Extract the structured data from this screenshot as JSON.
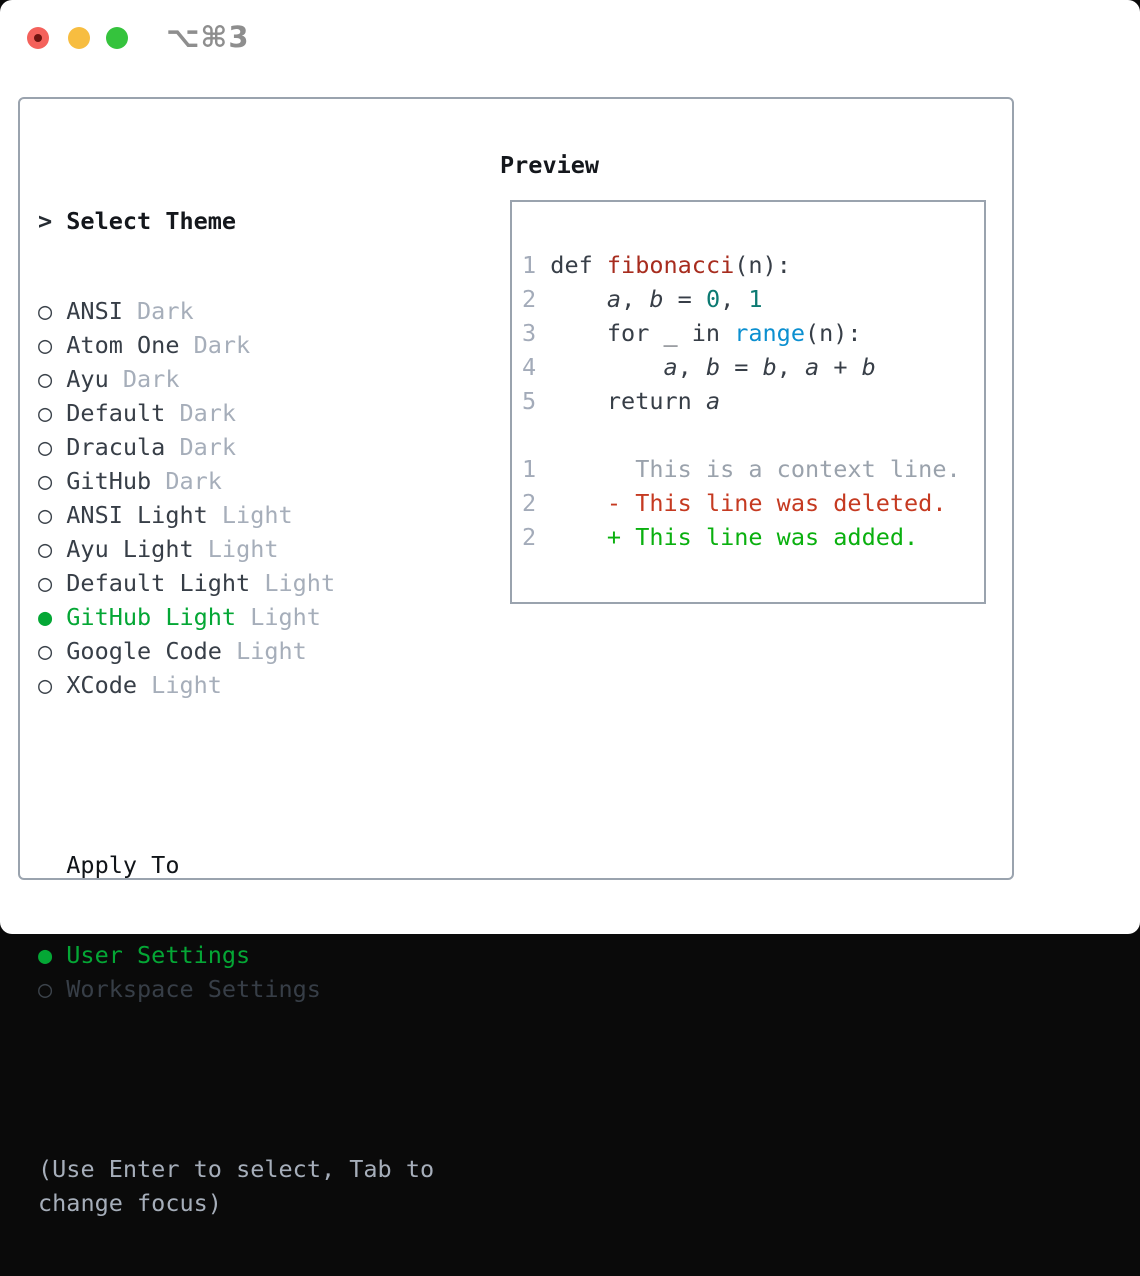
{
  "titlebar": {
    "shortcut": "⌥⌘3"
  },
  "theme_picker": {
    "prompt": ">",
    "title": "Select Theme",
    "radio_on": "●",
    "radio_off": "○",
    "themes": [
      {
        "name": "ANSI",
        "variant": "Dark",
        "selected": false
      },
      {
        "name": "Atom One",
        "variant": "Dark",
        "selected": false
      },
      {
        "name": "Ayu",
        "variant": "Dark",
        "selected": false
      },
      {
        "name": "Default",
        "variant": "Dark",
        "selected": false
      },
      {
        "name": "Dracula",
        "variant": "Dark",
        "selected": false
      },
      {
        "name": "GitHub",
        "variant": "Dark",
        "selected": false
      },
      {
        "name": "ANSI Light",
        "variant": "Light",
        "selected": false
      },
      {
        "name": "Ayu Light",
        "variant": "Light",
        "selected": false
      },
      {
        "name": "Default Light",
        "variant": "Light",
        "selected": false
      },
      {
        "name": "GitHub Light",
        "variant": "Light",
        "selected": true
      },
      {
        "name": "Google Code",
        "variant": "Light",
        "selected": false
      },
      {
        "name": "XCode",
        "variant": "Light",
        "selected": false
      }
    ],
    "apply_to": {
      "title": "Apply To",
      "options": [
        {
          "name": "User Settings",
          "selected": true
        },
        {
          "name": "Workspace Settings",
          "selected": false
        }
      ]
    },
    "hint_lines": [
      "(Use Enter to select, Tab to",
      "change focus)"
    ]
  },
  "preview": {
    "title": "Preview",
    "code_lines": [
      [
        {
          "t": "1",
          "s": "ln"
        },
        {
          "t": " def ",
          "s": "code"
        },
        {
          "t": "fibonacci",
          "s": "fn"
        },
        {
          "t": "(n):",
          "s": "code"
        }
      ],
      [
        {
          "t": "2",
          "s": "ln"
        },
        {
          "t": "     ",
          "s": "code"
        },
        {
          "t": "a",
          "s": "var"
        },
        {
          "t": ", ",
          "s": "code"
        },
        {
          "t": "b",
          "s": "var"
        },
        {
          "t": " = ",
          "s": "code"
        },
        {
          "t": "0",
          "s": "num"
        },
        {
          "t": ", ",
          "s": "code"
        },
        {
          "t": "1",
          "s": "num"
        }
      ],
      [
        {
          "t": "3",
          "s": "ln"
        },
        {
          "t": "     for _ in ",
          "s": "code"
        },
        {
          "t": "range",
          "s": "call"
        },
        {
          "t": "(n):",
          "s": "code"
        }
      ],
      [
        {
          "t": "4",
          "s": "ln"
        },
        {
          "t": "         ",
          "s": "code"
        },
        {
          "t": "a",
          "s": "var"
        },
        {
          "t": ", ",
          "s": "code"
        },
        {
          "t": "b",
          "s": "var"
        },
        {
          "t": " = ",
          "s": "code"
        },
        {
          "t": "b",
          "s": "var"
        },
        {
          "t": ", ",
          "s": "code"
        },
        {
          "t": "a",
          "s": "var"
        },
        {
          "t": " + ",
          "s": "code"
        },
        {
          "t": "b",
          "s": "var"
        }
      ],
      [
        {
          "t": "5",
          "s": "ln"
        },
        {
          "t": "     return ",
          "s": "code"
        },
        {
          "t": "a",
          "s": "var"
        }
      ],
      [],
      [
        {
          "t": "1",
          "s": "ln"
        },
        {
          "t": "       ",
          "s": "code"
        },
        {
          "t": "This is a context line.",
          "s": "ctx"
        }
      ],
      [
        {
          "t": "2",
          "s": "ln"
        },
        {
          "t": "     ",
          "s": "code"
        },
        {
          "t": "- This line was deleted.",
          "s": "del"
        }
      ],
      [
        {
          "t": "2",
          "s": "ln"
        },
        {
          "t": "     ",
          "s": "code"
        },
        {
          "t": "+ This line was added.",
          "s": "add"
        }
      ]
    ]
  },
  "colors": {
    "border_gray": "#9aa3ae",
    "text_dark": "#373e47",
    "heading_black": "#14171c",
    "muted_gray": "#a6aeba",
    "line_number_gray": "#a3abb9",
    "context_gray": "#9aa2ac",
    "accent_green": "#04a735",
    "added_green": "#0ab00f",
    "deleted_red": "#c53a21",
    "function_red": "#a72c1e",
    "builtin_blue": "#0b8fd0",
    "number_teal": "#0c7a72",
    "titlebar_gray": "#8e8e8e",
    "traffic_red": "#f4615b",
    "traffic_red_dot": "#6d1410",
    "traffic_yellow": "#f7bd40",
    "traffic_green": "#35c33d"
  }
}
